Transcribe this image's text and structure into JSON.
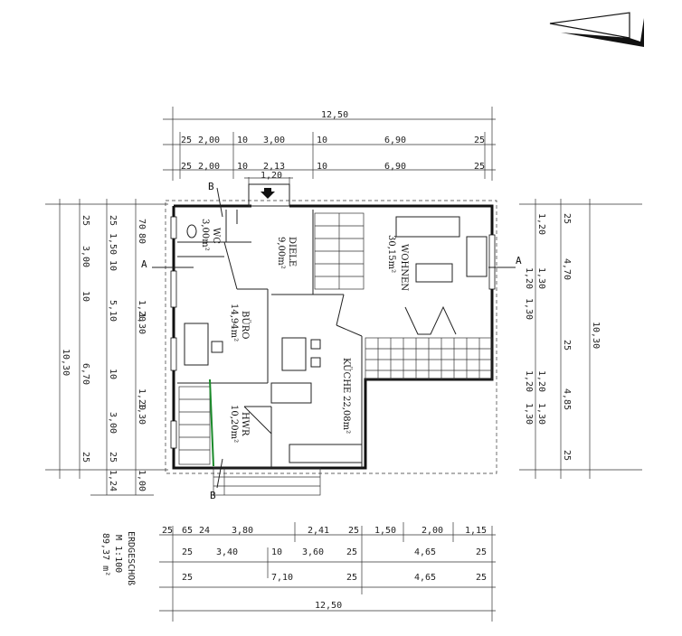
{
  "plan": {
    "top_dims": {
      "overall": "12,50",
      "row1": [
        "25",
        "2,00",
        "10",
        "3,00",
        "10",
        "6,90",
        "25"
      ],
      "row2": [
        "25",
        "2,00",
        "10",
        "2,13",
        "10",
        "6,90",
        "25"
      ],
      "entry": "1,20"
    },
    "bottom_dims": {
      "row1": [
        "25",
        "65",
        "24",
        "3,80",
        "2,41",
        "25",
        "1,50",
        "2,00",
        "1,15"
      ],
      "row2": [
        "25",
        "3,40",
        "10",
        "3,60",
        "25",
        "4,65",
        "25"
      ],
      "row3": [
        "25",
        "7,10",
        "25",
        "4,65",
        "25"
      ],
      "overall": "12,50"
    },
    "left_dims": {
      "overall": "10,30",
      "outer": [
        "25",
        "3,00",
        "10",
        "6,70",
        "25"
      ],
      "inner": [
        "25",
        "1,50",
        "10",
        "5,10",
        "10",
        "3,00",
        "25"
      ],
      "inner2": [
        "70",
        "80",
        "1,20",
        "1,30",
        "1,20",
        "1,30",
        "1,00",
        "1,24"
      ]
    },
    "right_dims": {
      "overall": "10,30",
      "outer": [
        "25",
        "4,70",
        "25",
        "4,85",
        "25"
      ],
      "inner": [
        "1,20",
        "1,30",
        "1,20",
        "1,30",
        "1,20",
        "1,30",
        "1,20",
        "1,30"
      ]
    },
    "rooms": [
      {
        "name": "WC",
        "area": "3,00m²"
      },
      {
        "name": "DIELE",
        "area": "9,00m²"
      },
      {
        "name": "WOHNEN",
        "area": "30,15m²"
      },
      {
        "name": "BÜRO",
        "area": "14,94m²"
      },
      {
        "name": "KÜCHE",
        "area": "22,08m²"
      },
      {
        "name": "HWR",
        "area": "10,20m²"
      }
    ],
    "section_markers": {
      "a": "A",
      "b": "B"
    },
    "title": {
      "floor": "ERDGESCHOß",
      "scale": "M 1:100",
      "area": "89,37 m²"
    }
  }
}
